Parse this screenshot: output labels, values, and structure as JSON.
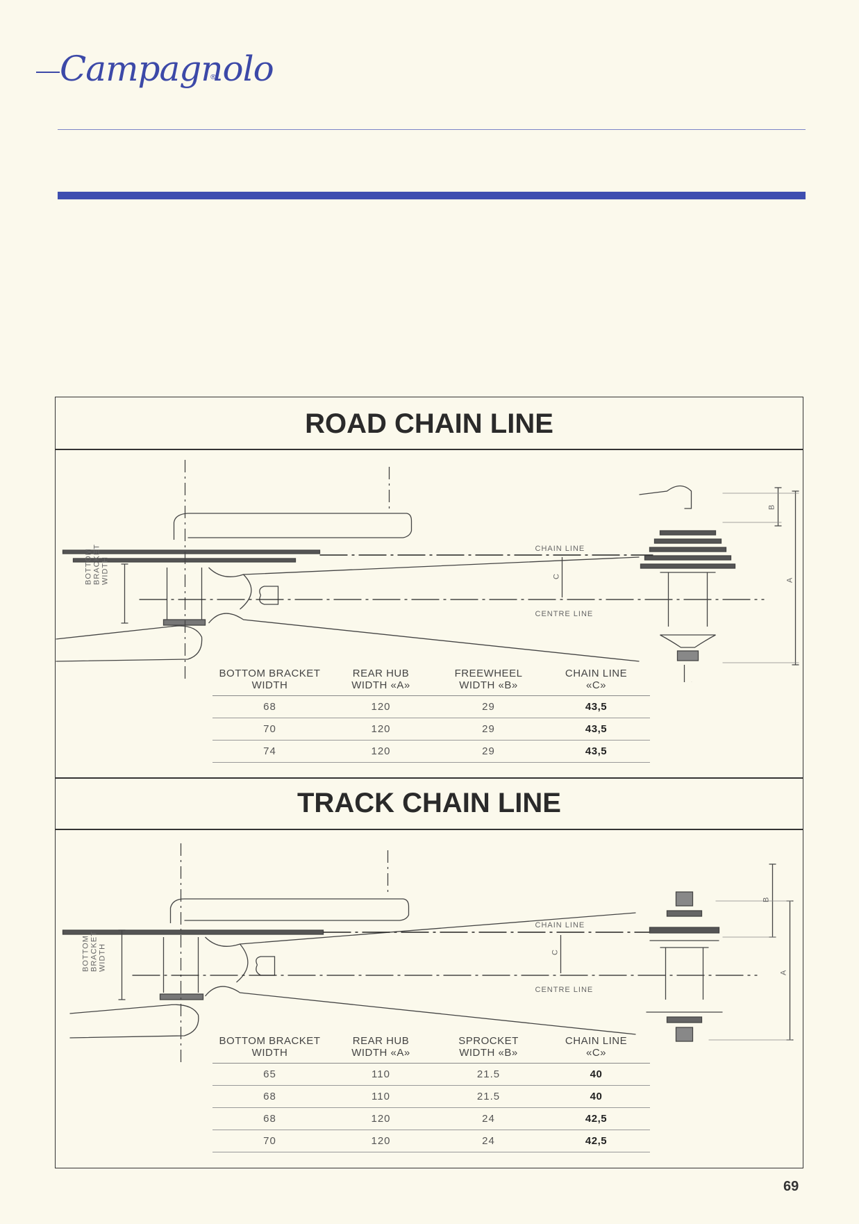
{
  "brand": {
    "logo_text": "Campagnolo",
    "reg_mark": "®"
  },
  "road": {
    "title": "ROAD CHAIN LINE",
    "labels": {
      "chain_line": "CHAIN LINE",
      "centre_line": "CENTRE LINE",
      "bottom_bracket_1": "BOTTOM",
      "bottom_bracket_2": "BRACKET",
      "bottom_bracket_3": "WIDTH",
      "dim_a": "A",
      "dim_b": "B",
      "dim_c": "C"
    },
    "table": {
      "headers": [
        [
          "BOTTOM BRACKET",
          "WIDTH"
        ],
        [
          "REAR HUB",
          "WIDTH «A»"
        ],
        [
          "FREEWHEEL",
          "WIDTH «B»"
        ],
        [
          "CHAIN LINE",
          "«C»"
        ]
      ],
      "rows": [
        [
          "68",
          "120",
          "29",
          "43,5"
        ],
        [
          "70",
          "120",
          "29",
          "43,5"
        ],
        [
          "74",
          "120",
          "29",
          "43,5"
        ]
      ]
    }
  },
  "track": {
    "title": "TRACK CHAIN LINE",
    "labels": {
      "chain_line": "CHAIN LINE",
      "centre_line": "CENTRE LINE",
      "bottom_bracket_1": "BOTTOM",
      "bottom_bracket_2": "BRACKET",
      "bottom_bracket_3": "WIDTH",
      "dim_a": "A",
      "dim_b": "B",
      "dim_c": "C"
    },
    "table": {
      "headers": [
        [
          "BOTTOM BRACKET",
          "WIDTH"
        ],
        [
          "REAR HUB",
          "WIDTH «A»"
        ],
        [
          "SPROCKET",
          "WIDTH «B»"
        ],
        [
          "CHAIN LINE",
          "«C»"
        ]
      ],
      "rows": [
        [
          "65",
          "110",
          "21.5",
          "40"
        ],
        [
          "68",
          "110",
          "21.5",
          "40"
        ],
        [
          "68",
          "120",
          "24",
          "42,5"
        ],
        [
          "70",
          "120",
          "24",
          "42,5"
        ]
      ]
    }
  },
  "page_number": "69"
}
